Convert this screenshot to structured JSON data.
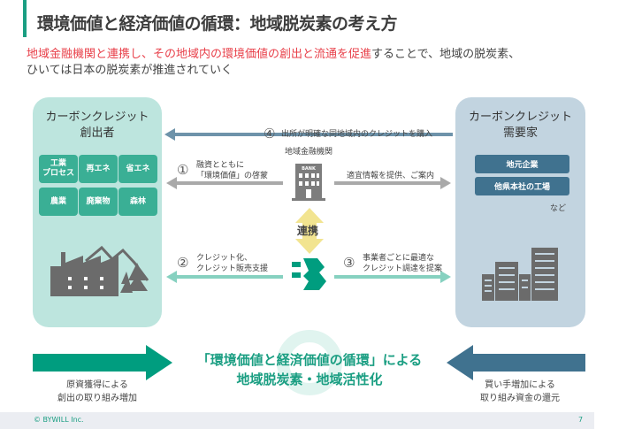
{
  "title": "環境価値と経済価値の循環：地域脱炭素の考え方",
  "subtitle": {
    "highlight": "地域金融機関と連携し、その地域内の環境価値の創出と流通を促進",
    "rest": "することで、地域の脱炭素、",
    "line2": "ひいては日本の脱炭素が推進されていく"
  },
  "creator": {
    "title1": "カーボンクレジット",
    "title2": "創出者",
    "categories": [
      "工業\nプロセス",
      "再エネ",
      "省エネ",
      "農業",
      "廃棄物",
      "森林"
    ]
  },
  "demand": {
    "title1": "カーボンクレジット",
    "title2": "需要家",
    "items": [
      "地元企業",
      "他県本社の工場"
    ],
    "etc": "など"
  },
  "bank": {
    "label": "地域金融機関",
    "sign": "BANK"
  },
  "link": "連携",
  "flows": [
    {
      "num": "①",
      "line1": "融資とともに",
      "line2": "「環境価値」の啓蒙"
    },
    {
      "num": "②",
      "line1": "クレジット化、",
      "line2": "クレジット販売支援"
    },
    {
      "num": "③",
      "line1": "事業者ごとに最適な",
      "line2": "クレジット調達を提案"
    },
    {
      "num": "④",
      "line1": "出所が明確な同地域内のクレジットを購入"
    }
  ],
  "bank_to_demand": "適宜情報を提供、ご案内",
  "center": {
    "line1": "「環境価値と経済価値の循環」による",
    "line2": "地域脱炭素・地域活性化"
  },
  "left_caption": {
    "line1": "原資獲得による",
    "line2": "創出の取り組み増加"
  },
  "right_caption": {
    "line1": "買い手増加による",
    "line2": "取り組み資金の還元"
  },
  "footer": {
    "copyright": "© BYWILL Inc.",
    "page": "7"
  },
  "colors": {
    "teal": "#1a9e82",
    "red": "#e8404a",
    "blue": "#40728f"
  }
}
